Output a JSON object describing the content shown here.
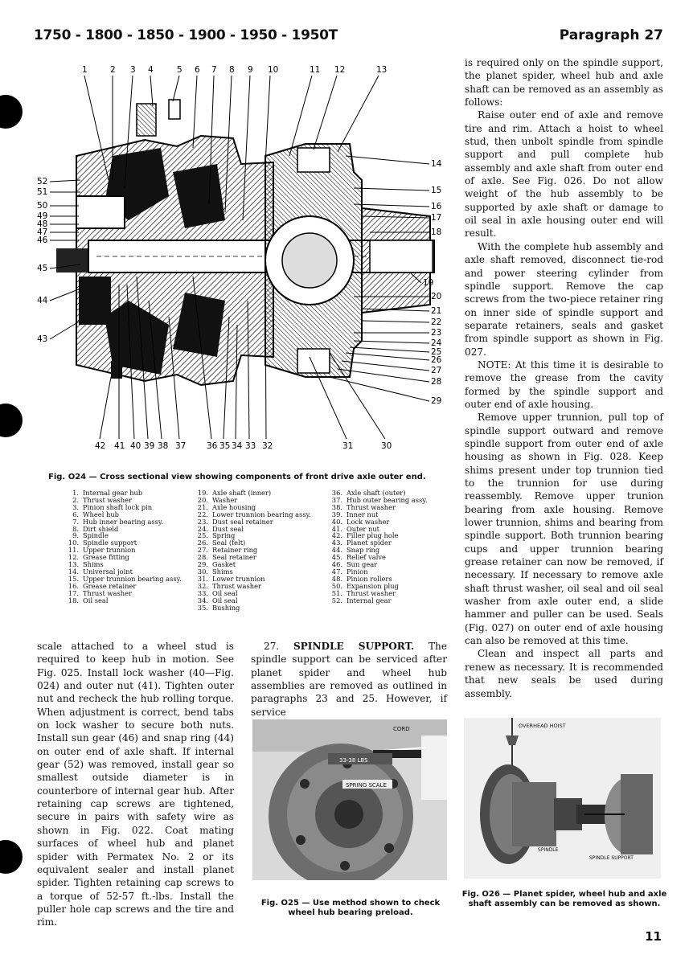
{
  "header": {
    "models": "1750 - 1800 - 1850 - 1900 - 1950 - 1950T",
    "paragraph": "Paragraph 27"
  },
  "fig024": {
    "top_callouts": [
      "1",
      "2",
      "3",
      "4",
      "5",
      "6",
      "7",
      "8",
      "9",
      "10",
      "11",
      "12",
      "13"
    ],
    "left_callouts": [
      "52",
      "51",
      "50",
      "49",
      "48",
      "47",
      "46",
      "45",
      "44",
      "43"
    ],
    "right_callouts": [
      "14",
      "15",
      "16",
      "17",
      "18",
      "19",
      "20",
      "21",
      "22",
      "23",
      "24",
      "25",
      "26",
      "27",
      "28",
      "29"
    ],
    "bottom_callouts": [
      "42",
      "41",
      "40",
      "39",
      "38",
      "37",
      "36",
      "35",
      "34",
      "33",
      "32",
      "31",
      "30"
    ],
    "caption": "Fig. O24 — Cross sectional view showing components of front drive axle outer end.",
    "legend_col1": [
      {
        "n": "1.",
        "t": "Internal gear hub"
      },
      {
        "n": "2.",
        "t": "Thrust washer"
      },
      {
        "n": "3.",
        "t": "Pinion shaft lock pin"
      },
      {
        "n": "6.",
        "t": "Wheel hub"
      },
      {
        "n": "7.",
        "t": "Hub inner bearing assy."
      },
      {
        "n": "8.",
        "t": "Dirt shield"
      },
      {
        "n": "9.",
        "t": "Spindle"
      },
      {
        "n": "10.",
        "t": "Spindle support"
      },
      {
        "n": "11.",
        "t": "Upper trunnion"
      },
      {
        "n": "12.",
        "t": "Grease fitting"
      },
      {
        "n": "13.",
        "t": "Shims"
      },
      {
        "n": "14.",
        "t": "Universal joint"
      },
      {
        "n": "15.",
        "t": "Upper trunnion bearing assy."
      },
      {
        "n": "16.",
        "t": "Grease retainer"
      },
      {
        "n": "17.",
        "t": "Thrust washer"
      },
      {
        "n": "18.",
        "t": "Oil seal"
      }
    ],
    "legend_col2": [
      {
        "n": "19.",
        "t": "Axle shaft (inner)"
      },
      {
        "n": "20.",
        "t": "Washer"
      },
      {
        "n": "21.",
        "t": "Axle housing"
      },
      {
        "n": "22.",
        "t": "Lower trunnion bearing assy."
      },
      {
        "n": "23.",
        "t": "Dust seal retainer"
      },
      {
        "n": "24.",
        "t": "Dust seal"
      },
      {
        "n": "25.",
        "t": "Spring"
      },
      {
        "n": "26.",
        "t": "Seal (felt)"
      },
      {
        "n": "27.",
        "t": "Retainer ring"
      },
      {
        "n": "28.",
        "t": "Seal retainer"
      },
      {
        "n": "29.",
        "t": "Gasket"
      },
      {
        "n": "30.",
        "t": "Shims"
      },
      {
        "n": "31.",
        "t": "Lower trunnion"
      },
      {
        "n": "32.",
        "t": "Thrust washer"
      },
      {
        "n": "33.",
        "t": "Oil seal"
      },
      {
        "n": "34.",
        "t": "Oil seal"
      },
      {
        "n": "35.",
        "t": "Bushing"
      }
    ],
    "legend_col3": [
      {
        "n": "36.",
        "t": "Axle shaft (outer)"
      },
      {
        "n": "37.",
        "t": "Hub outer bearing assy."
      },
      {
        "n": "38.",
        "t": "Thrust washer"
      },
      {
        "n": "39.",
        "t": "Inner nut"
      },
      {
        "n": "40.",
        "t": "Lock washer"
      },
      {
        "n": "41.",
        "t": "Outer nut"
      },
      {
        "n": "42.",
        "t": "Filler plug hole"
      },
      {
        "n": "43.",
        "t": "Planet spider"
      },
      {
        "n": "44.",
        "t": "Snap ring"
      },
      {
        "n": "45.",
        "t": "Relief valve"
      },
      {
        "n": "46.",
        "t": "Sun gear"
      },
      {
        "n": "47.",
        "t": "Pinion"
      },
      {
        "n": "48.",
        "t": "Pinion rollers"
      },
      {
        "n": "50.",
        "t": "Expansion plug"
      },
      {
        "n": "51.",
        "t": "Thrust washer"
      },
      {
        "n": "52.",
        "t": "Internal gear"
      }
    ]
  },
  "left_column": {
    "p1": "scale attached to a wheel stud is required to keep hub in motion. See Fig. 025. Install lock washer (40—Fig. 024) and outer nut (41). Tighten outer nut and recheck the hub rolling torque. When adjustment is correct, bend tabs on lock washer to secure both nuts. Install sun gear (46) and snap ring (44) on outer end of axle shaft. If internal gear (52) was removed, install gear so smallest outside diameter is in counterbore of internal gear hub. After retaining cap screws are tightened, secure in pairs with safety wire as shown in Fig. 022. Coat mating surfaces of wheel hub and planet spider with Permatex No. 2 or its equivalent sealer and install planet spider. Tighten retaining cap screws to a torque of 52-57 ft.-lbs. Install the puller hole cap screws and the tire and rim."
  },
  "mid_column": {
    "sec_num": "27.",
    "sec_title": "SPINDLE SUPPORT.",
    "p1": "The spindle support can be serviced after planet spider and wheel hub assemblies are removed as outlined in paragraphs 23 and 25. However, if service"
  },
  "right_column": {
    "p0": "is required only on the spindle support, the planet spider, wheel hub and axle shaft can be removed as an assembly as follows:",
    "p1": "Raise outer end of axle and remove tire and rim. Attach a hoist to wheel stud, then unbolt spindle from spindle support and pull complete hub assembly and axle shaft from outer end of axle. See Fig. 026. Do not allow weight of the hub assembly to be supported by axle shaft or damage to oil seal in axle housing outer end will result.",
    "p2": "With the complete hub assembly and axle shaft removed, disconnect tie-rod and power steering cylinder from spindle support. Remove the cap screws from the two-piece retainer ring on inner side of spindle support and separate retainers, seals and gasket from spindle support as shown in Fig. 027.",
    "p3": "NOTE: At this time it is desirable to remove the grease from the cavity formed by the spindle support and outer end of axle housing.",
    "p4": "Remove upper trunnion, pull top of spindle support outward and remove spindle support from outer end of axle housing as shown in Fig. 028. Keep shims present under top trunnion tied to the trunnion for use during reassembly. Remove upper trunion bearing from axle housing. Remove lower trunnion, shims and bearing from spindle support. Both trunnion bearing cups and upper trunnion bearing grease retainer can now be removed, if necessary. If necessary to remove axle shaft thrust washer, oil seal and oil seal washer from axle outer end, a slide hammer and puller can be used. Seals (Fig. 027) on outer end of axle housing can also be removed at this time.",
    "p5": "Clean and inspect all parts and renew as necessary. It is recommended that new seals be used during assembly."
  },
  "fig025": {
    "label_cord": "CORD",
    "label_lbs": "33-38 LBS",
    "label_scale": "SPRING SCALE",
    "caption": "Fig. O25 — Use method shown to check wheel hub bearing preload."
  },
  "fig026": {
    "label_hoist": "OVERHEAD HOIST",
    "label_spindle": "SPINDLE",
    "label_support": "SPINDLE SUPPORT",
    "caption": "Fig. O26 — Planet spider, wheel hub and axle shaft assembly can be removed as shown."
  },
  "page_number": "11"
}
